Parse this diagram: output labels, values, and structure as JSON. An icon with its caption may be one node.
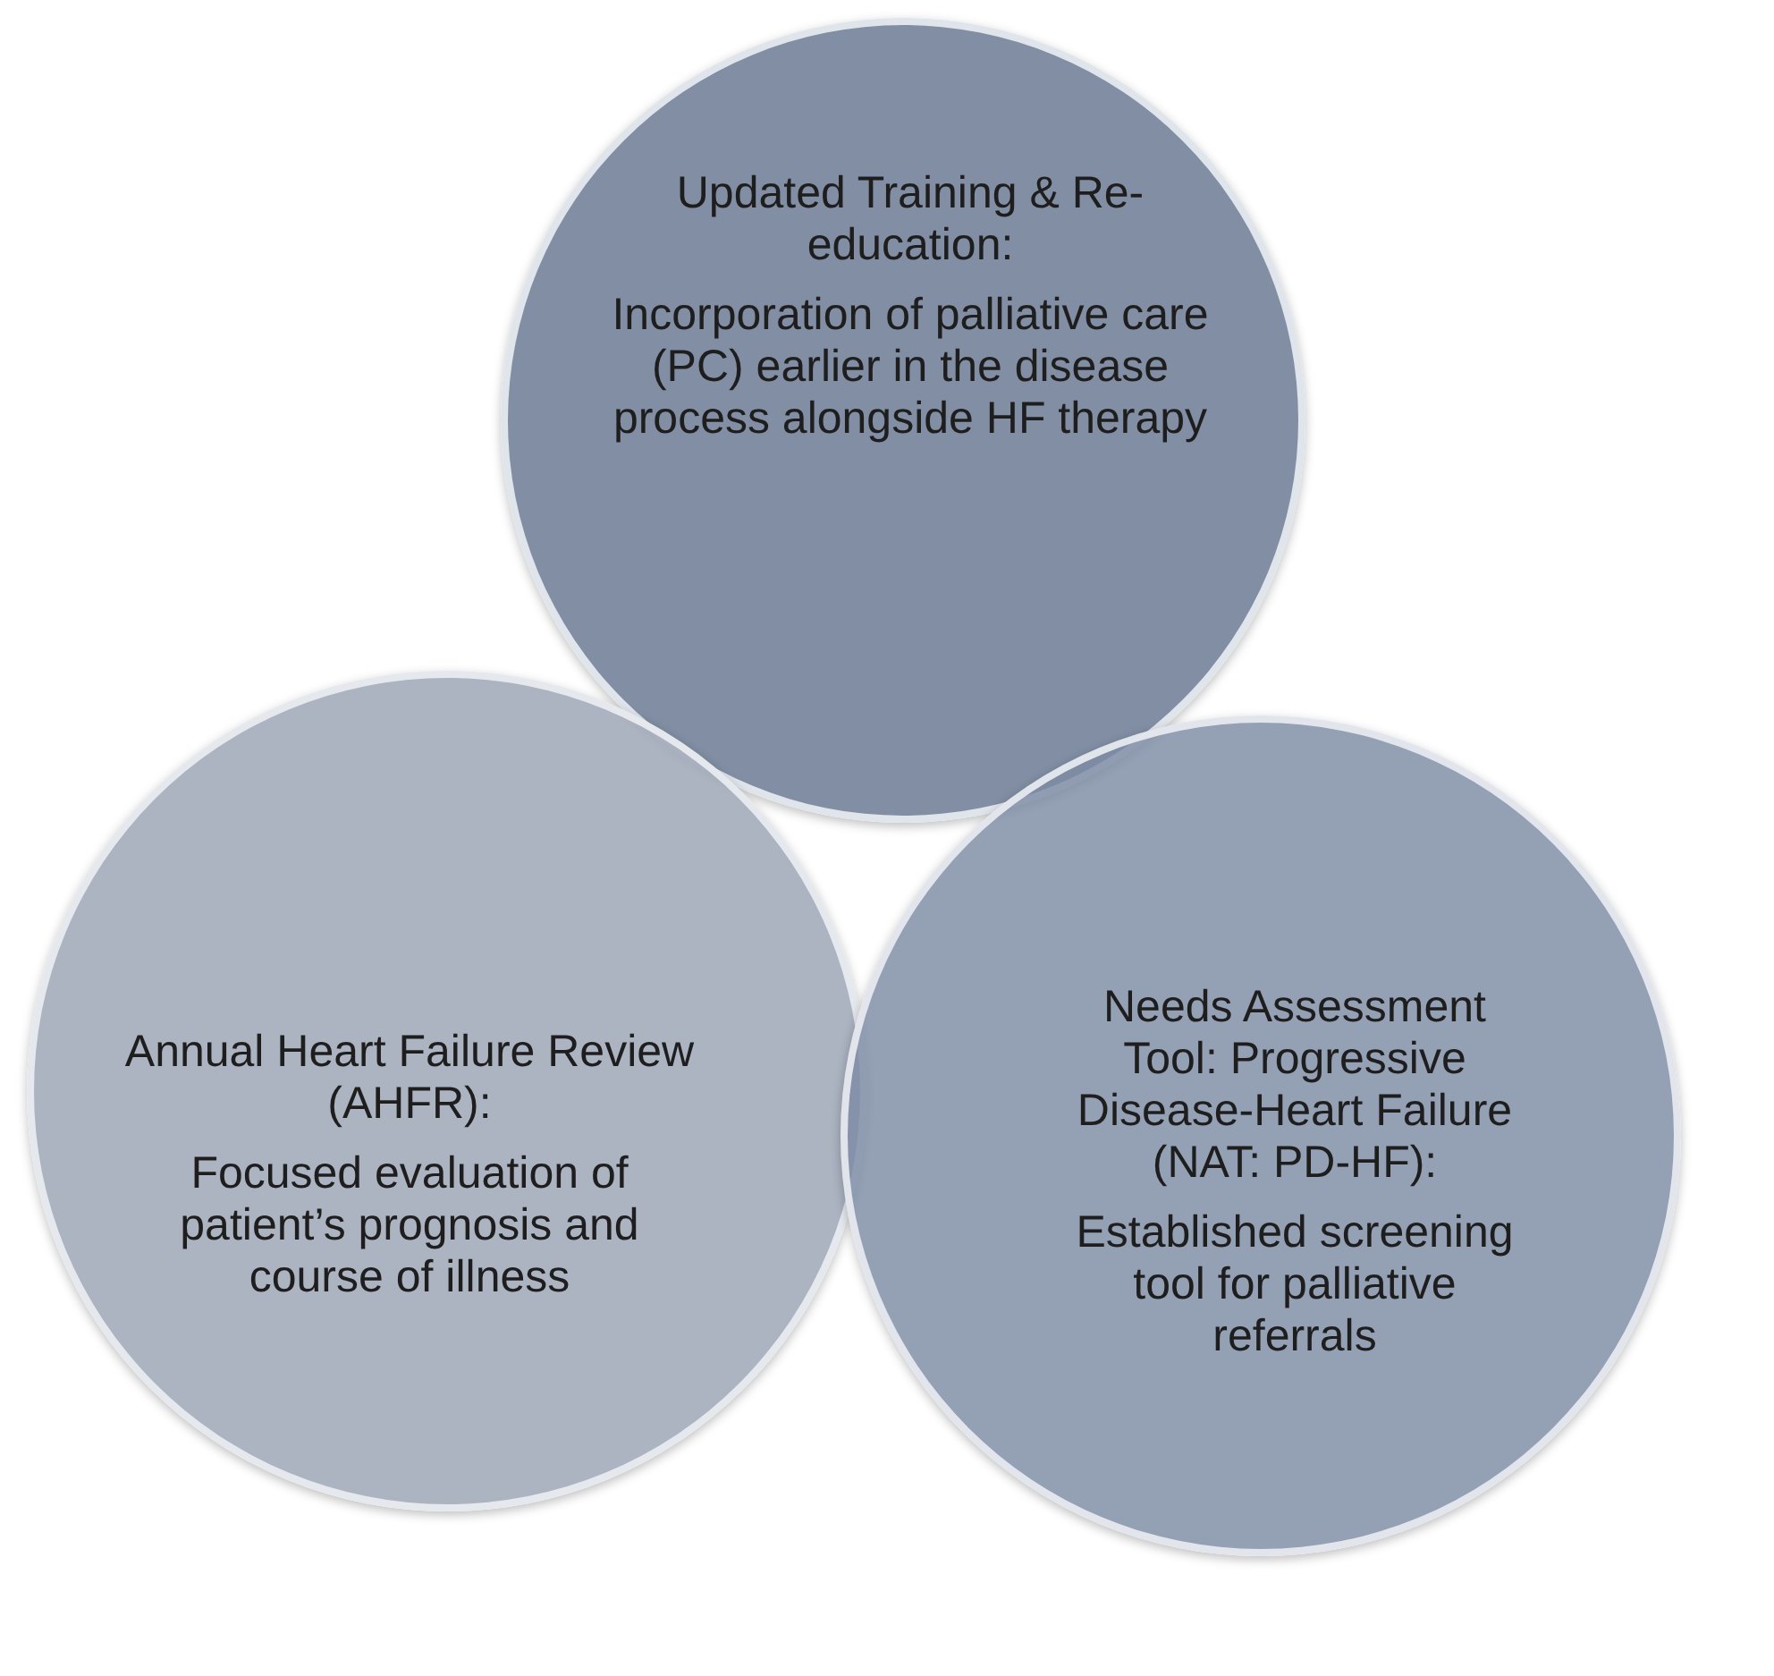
{
  "diagram": {
    "nodes": [
      {
        "text": [
          "Updated Training & Re-education:",
          "Incorporation of palliative care (PC) earlier in the disease process alongside HF therapy"
        ]
      },
      {
        "text": [
          "Annual Heart Failure Review (AHFR):",
          "Focused evaluation of patient’s prognosis and course of illness"
        ]
      },
      {
        "text": [
          "Needs Assessment Tool: Progressive Disease-Heart Failure (NAT: PD-HF):",
          "Established screening tool for palliative referrals"
        ]
      }
    ]
  }
}
